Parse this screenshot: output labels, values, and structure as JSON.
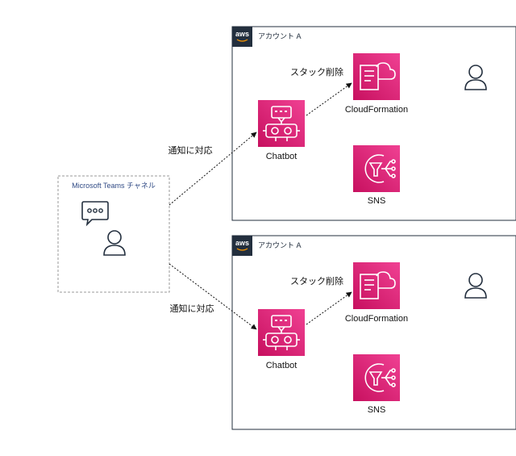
{
  "teams": {
    "label": "Microsoft Teams チャネル"
  },
  "accounts": [
    {
      "label": "アカウント A",
      "badge": "aws",
      "services": {
        "chatbot": "Chatbot",
        "cloudformation": "CloudFormation",
        "sns": "SNS"
      },
      "edges": {
        "notify": "通知に対応",
        "delete_stack": "スタック削除"
      }
    },
    {
      "label": "アカウント A",
      "badge": "aws",
      "services": {
        "chatbot": "Chatbot",
        "cloudformation": "CloudFormation",
        "sns": "SNS"
      },
      "edges": {
        "notify": "通知に対応",
        "delete_stack": "スタック削除"
      }
    }
  ],
  "colors": {
    "service_pink": "#e7157b",
    "line": "#111111",
    "aws_badge": "#232f3e",
    "teams_border": "#999999"
  },
  "icons": [
    "chat-bubble-icon",
    "user-icon",
    "chatbot-icon",
    "cloudformation-icon",
    "sns-icon",
    "aws-logo-icon"
  ]
}
